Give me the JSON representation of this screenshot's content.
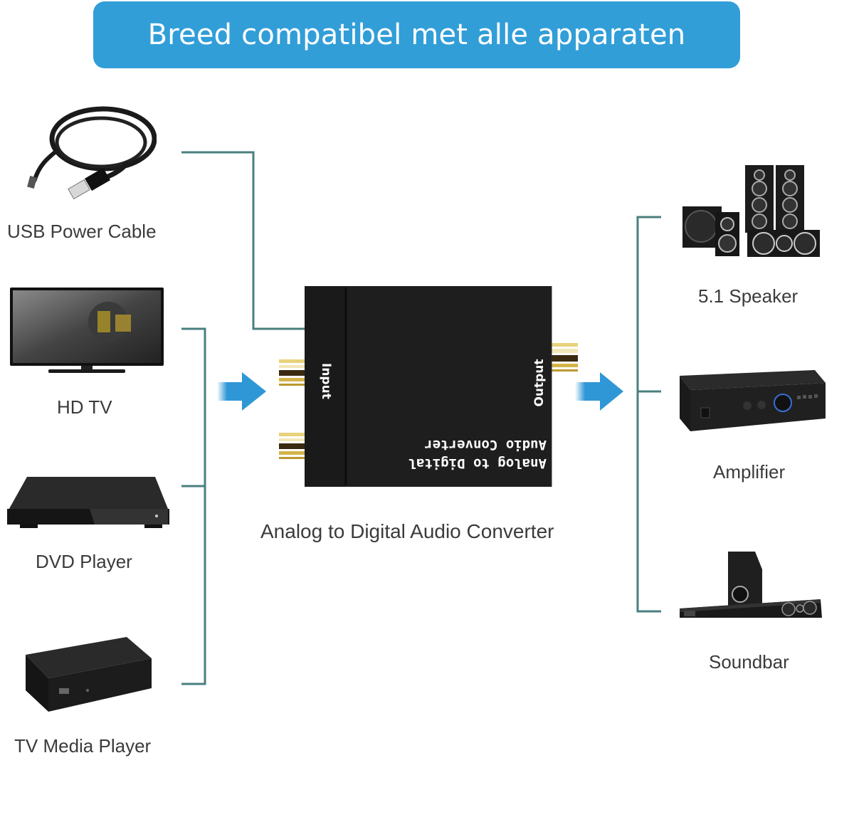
{
  "banner": {
    "title": "Breed compatibel met alle apparaten",
    "color": "#319ed8"
  },
  "colors": {
    "wire": "#4a7f7f",
    "arrow": "#2f97d6",
    "device_body": "#1e1e1e",
    "gold": "#c9a227"
  },
  "inputs": [
    {
      "id": "usb",
      "label": "USB Power Cable",
      "icon": "usb-cable-icon"
    },
    {
      "id": "hdtv",
      "label": "HD TV",
      "icon": "tv-icon"
    },
    {
      "id": "dvd",
      "label": "DVD Player",
      "icon": "dvd-player-icon"
    },
    {
      "id": "media",
      "label": "TV Media Player",
      "icon": "media-player-icon"
    }
  ],
  "converter": {
    "caption": "Analog to Digital Audio Converter",
    "input_label": "Input",
    "output_label": "Output",
    "device_text_line1": "Analog to Digital",
    "device_text_line2": "Audio Converter"
  },
  "outputs": [
    {
      "id": "speaker",
      "label": "5.1 Speaker",
      "icon": "speaker-system-icon"
    },
    {
      "id": "amp",
      "label": "Amplifier",
      "icon": "amplifier-icon"
    },
    {
      "id": "soundbar",
      "label": "Soundbar",
      "icon": "soundbar-icon"
    }
  ]
}
